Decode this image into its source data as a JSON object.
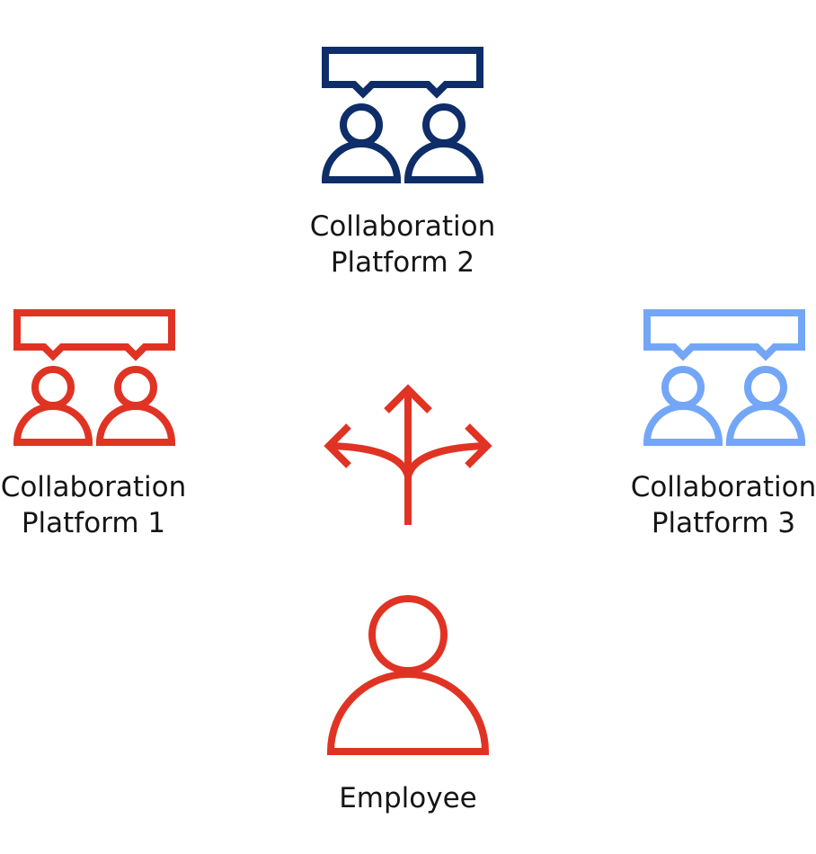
{
  "platforms": [
    {
      "line1": "Collaboration",
      "line2": "Platform 1",
      "color": "#e03324"
    },
    {
      "line1": "Collaboration",
      "line2": "Platform 2",
      "color": "#0e2d69"
    },
    {
      "line1": "Collaboration",
      "line2": "Platform 3",
      "color": "#73a6f7"
    }
  ],
  "employee": {
    "label": "Employee",
    "color": "#e03324"
  },
  "paths_icon": {
    "name": "split-arrows-icon",
    "color": "#e03324"
  }
}
